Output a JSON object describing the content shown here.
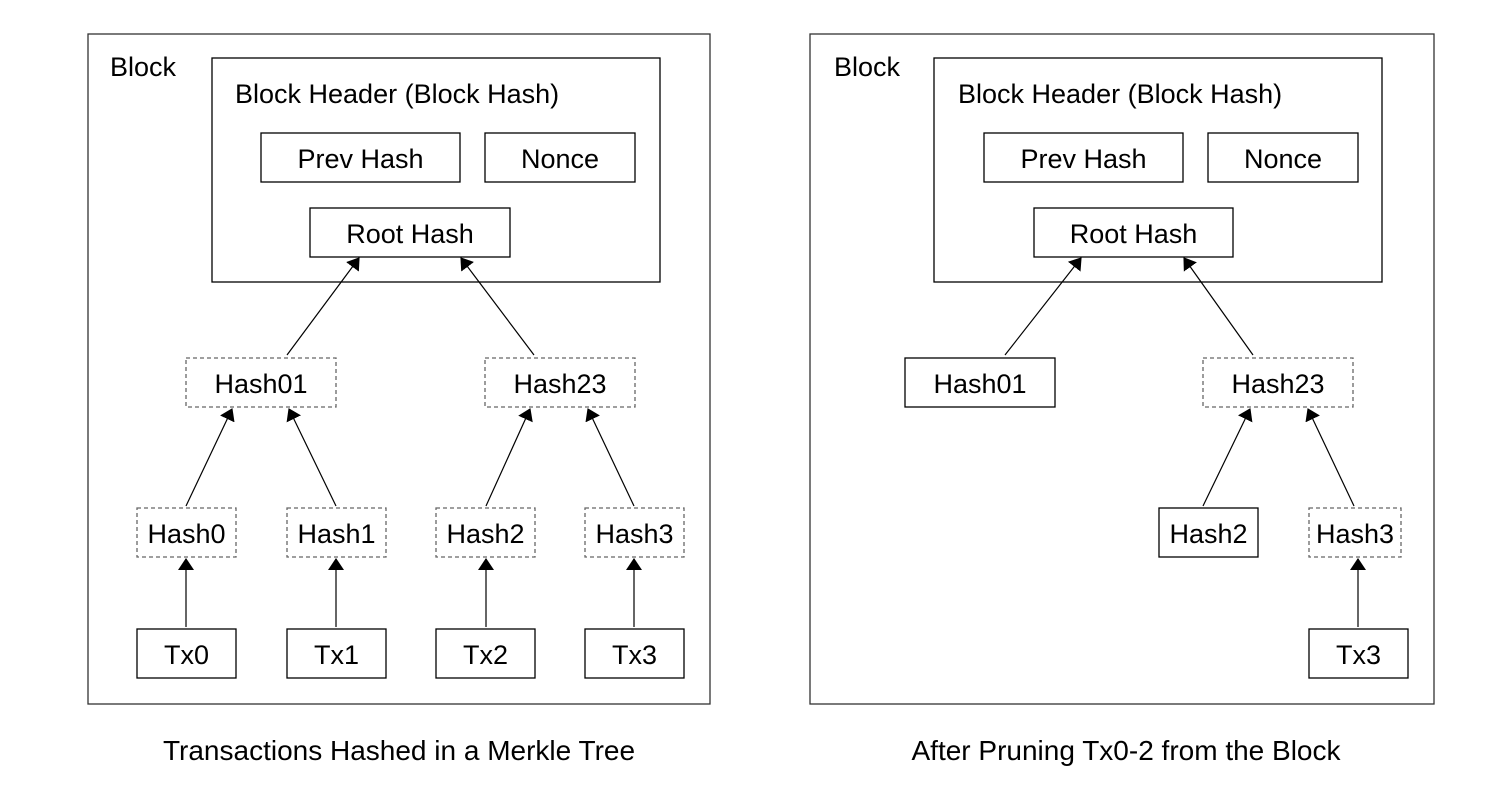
{
  "left_panel": {
    "block_label": "Block",
    "header_title": "Block Header (Block Hash)",
    "prev_hash": "Prev Hash",
    "nonce": "Nonce",
    "root_hash": "Root Hash",
    "hash01": "Hash01",
    "hash23": "Hash23",
    "hash0": "Hash0",
    "hash1": "Hash1",
    "hash2": "Hash2",
    "hash3": "Hash3",
    "tx0": "Tx0",
    "tx1": "Tx1",
    "tx2": "Tx2",
    "tx3": "Tx3",
    "caption": "Transactions Hashed in a Merkle Tree"
  },
  "right_panel": {
    "block_label": "Block",
    "header_title": "Block Header (Block Hash)",
    "prev_hash": "Prev Hash",
    "nonce": "Nonce",
    "root_hash": "Root Hash",
    "hash01": "Hash01",
    "hash23": "Hash23",
    "hash2": "Hash2",
    "hash3": "Hash3",
    "tx3": "Tx3",
    "caption": "After Pruning Tx0-2 from the Block"
  }
}
